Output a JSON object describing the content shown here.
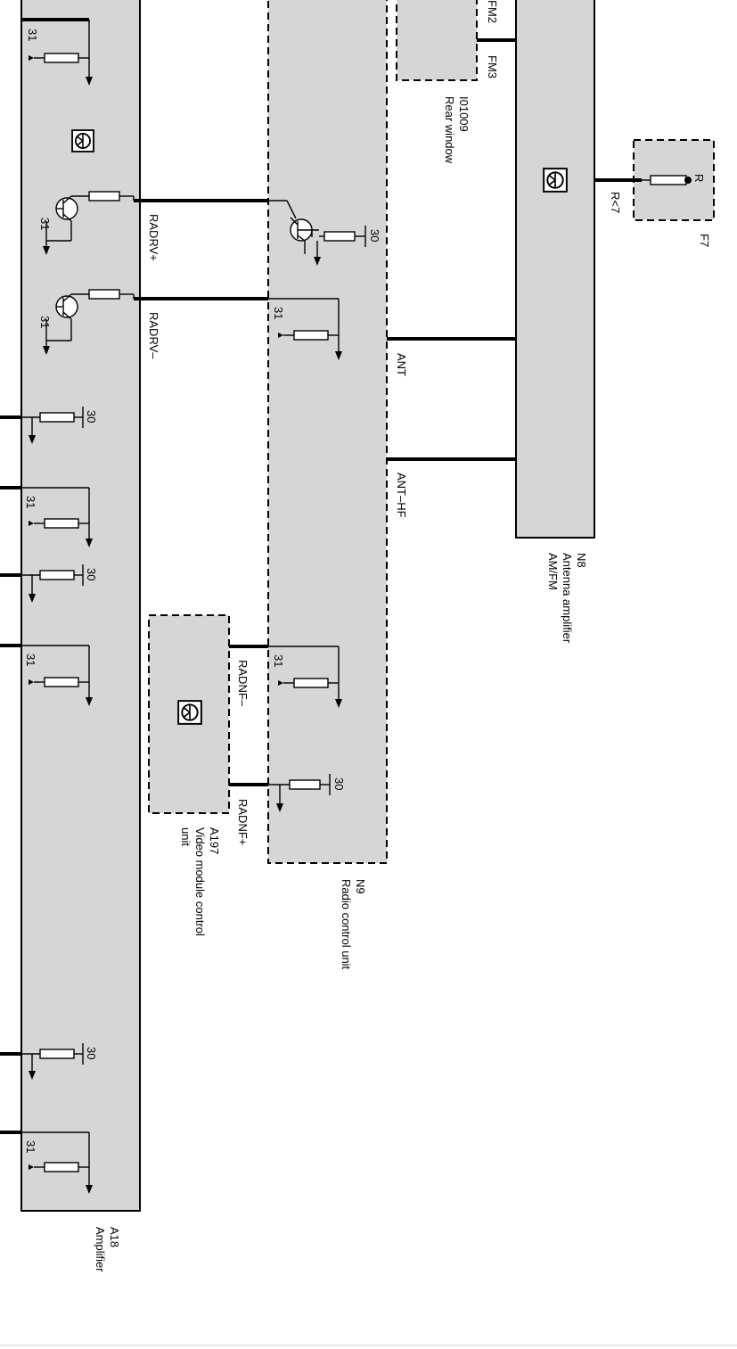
{
  "components": {
    "a18": {
      "code": "A18",
      "name": "Amplifier"
    },
    "n9": {
      "code": "N9",
      "name": "Radio control unit"
    },
    "a197": {
      "code": "A197",
      "name_line1": "Video module control",
      "name_line2": "unit"
    },
    "n8": {
      "code": "N8",
      "name_line1": "Antenna amplifier",
      "name_line2": "AM/FM"
    },
    "i01009": {
      "code": "I01009",
      "name": "Rear window"
    },
    "f7": {
      "code": "F7",
      "value": "R<7",
      "pin": "R"
    }
  },
  "signals": {
    "radrv_plus": "RADRV+",
    "radrv_minus": "RADRV–",
    "ant": "ANT",
    "ant_hf": "ANT–HF",
    "radnf_minus": "RADNF–",
    "radnf_plus": "RADNF+",
    "fm2": "FM2",
    "fm3": "FM3"
  },
  "terminals": {
    "ground": "31",
    "supply": "30"
  },
  "colors": {
    "module_fill": "#d6d6d6",
    "line": "#000000"
  }
}
